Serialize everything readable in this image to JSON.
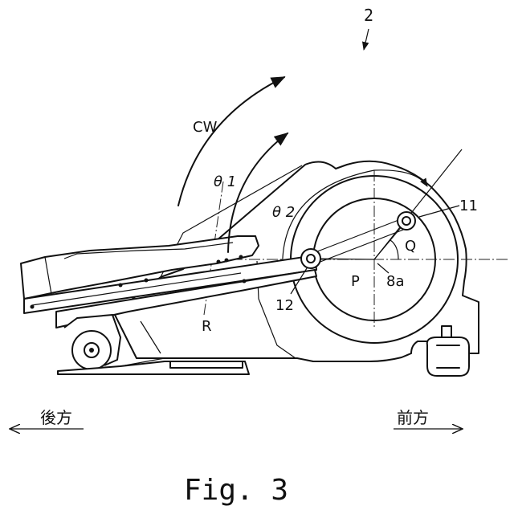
{
  "figure": {
    "ref_main": "2",
    "label_cw": "CW",
    "label_theta1": "θ 1",
    "label_theta2": "θ 2",
    "label_11": "11",
    "label_q": "Q",
    "label_8a": "8a",
    "label_p": "P",
    "label_12": "12",
    "label_r": "R",
    "dir_rear": "後方",
    "dir_front": "前方",
    "caption": "Fig. 3"
  }
}
